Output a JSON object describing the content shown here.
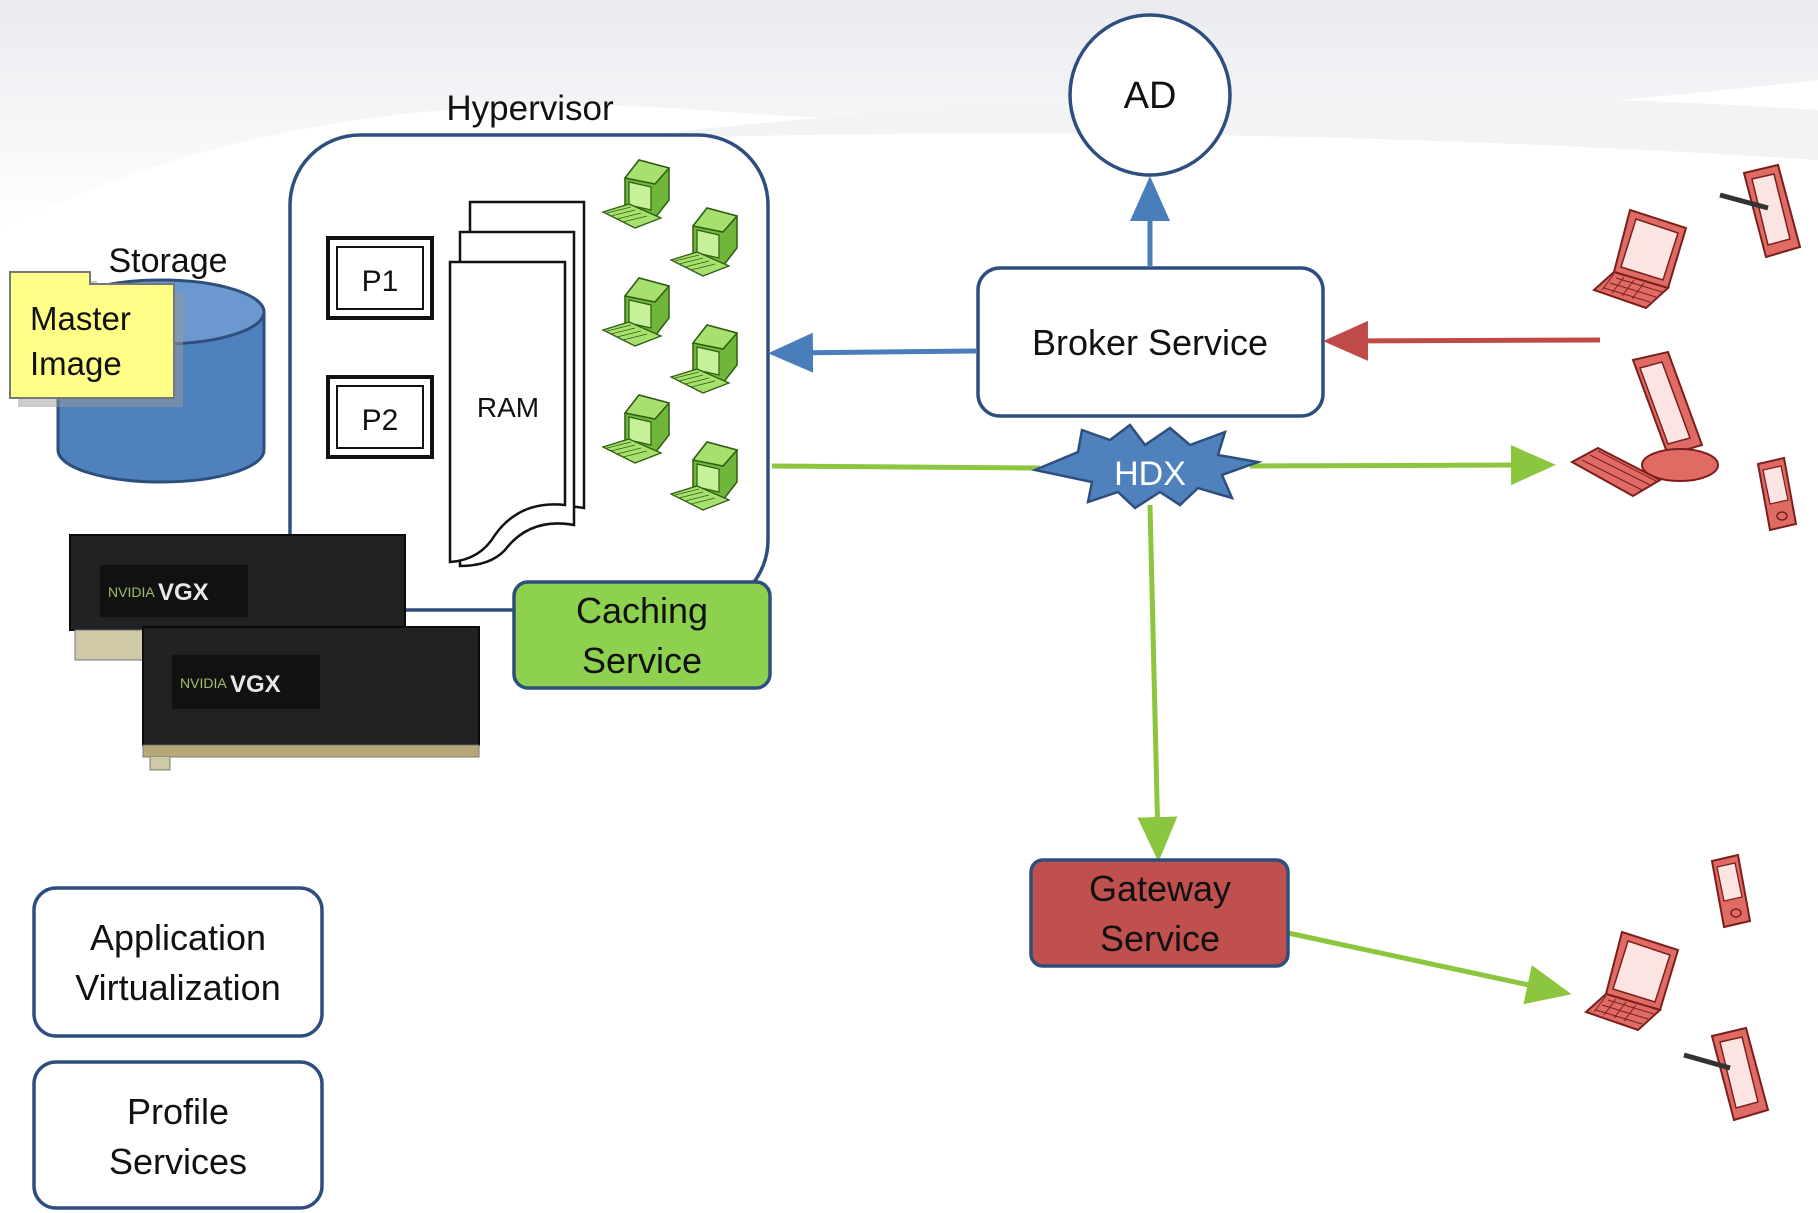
{
  "labels": {
    "hypervisor": "Hypervisor",
    "storage": "Storage",
    "master_image": [
      "Master",
      "Image"
    ],
    "p1": "P1",
    "p2": "P2",
    "ram": "RAM",
    "gpu_card_1": "VGX",
    "gpu_card_2": "VGX",
    "gpu_brand": "NVIDIA",
    "caching_service": [
      "Caching",
      "Service"
    ],
    "ad": "AD",
    "broker_service": "Broker Service",
    "hdx": "HDX",
    "gateway_service": [
      "Gateway",
      "Service"
    ],
    "app_virtualization": [
      "Application",
      "Virtualization"
    ],
    "profile_services": [
      "Profile",
      "Services"
    ]
  },
  "colors": {
    "box_border": "#2e4f7e",
    "arrow_blue": "#4a7ebb",
    "arrow_red": "#be4b48",
    "arrow_green": "#8cc63f",
    "caching_fill": "#8dd14f",
    "gateway_fill": "#c0504d",
    "master_fill": "#ffff88",
    "storage_fill": "#4f81bd",
    "hdx_fill": "#4f81bd",
    "device_fill": "#e06b64",
    "vm_fill": "#8fd14f"
  },
  "icons": {
    "vm_workstations": "desktop-computer-icon",
    "client_devices": "laptop-tablet-desktop-icon",
    "gpu_cards": "nvidia-vgx-card-icon"
  }
}
